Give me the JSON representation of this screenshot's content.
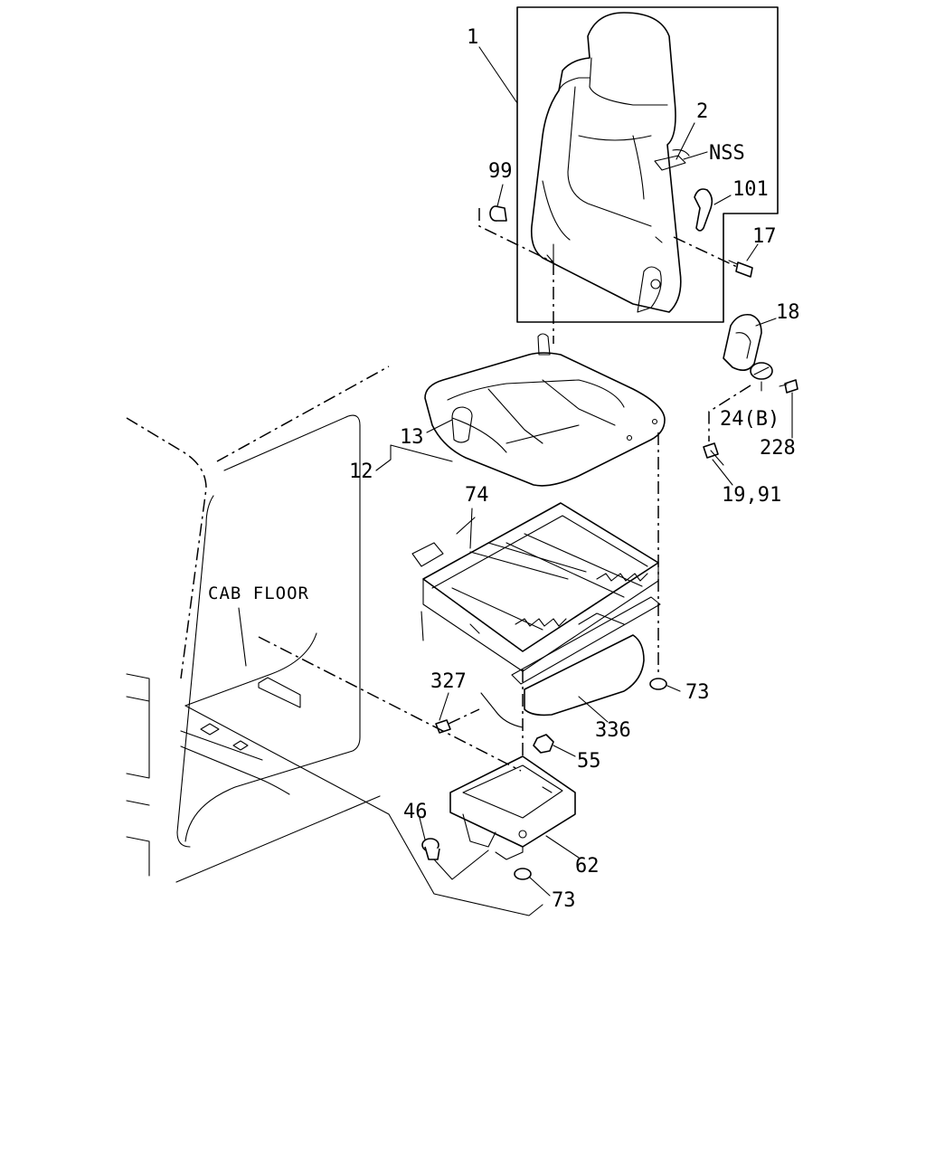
{
  "diagram": {
    "labels": {
      "p1": "1",
      "p2": "2",
      "nss": "NSS",
      "p99": "99",
      "p101": "101",
      "p17": "17",
      "p18": "18",
      "p24b": "24(B)",
      "p228": "228",
      "p1991": "19,91",
      "p13": "13",
      "p12": "12",
      "p74": "74",
      "cab_floor": "CAB FLOOR",
      "p327": "327",
      "p73a": "73",
      "p336": "336",
      "p55": "55",
      "p46": "46",
      "p62": "62",
      "p73b": "73"
    }
  }
}
